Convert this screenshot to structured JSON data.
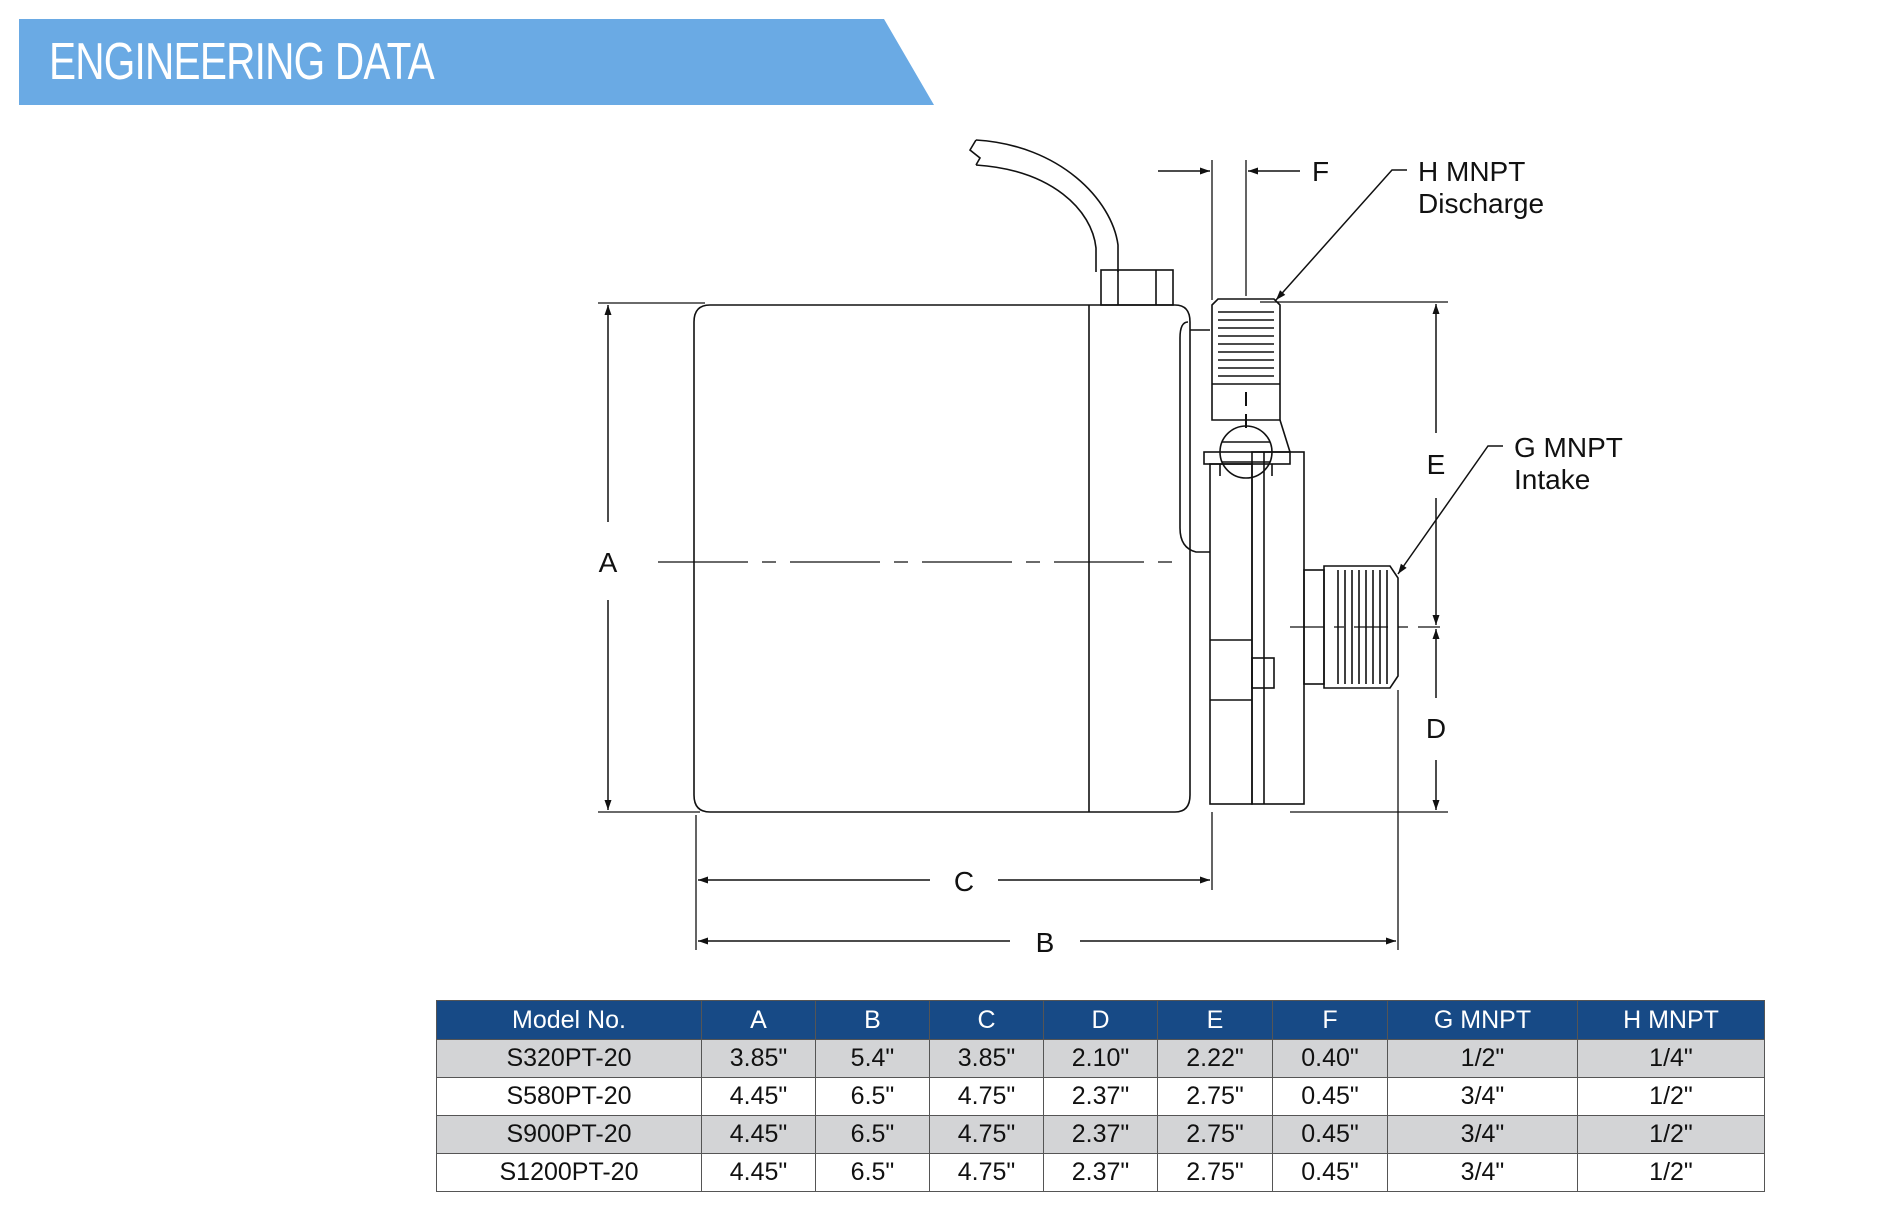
{
  "header": {
    "title": "ENGINEERING DATA",
    "color": "#6aaae4"
  },
  "diagram": {
    "labels": {
      "a": "A",
      "b": "B",
      "c": "C",
      "d": "D",
      "e": "E",
      "f": "F",
      "h_line1": "H  MNPT",
      "h_line2": "Discharge",
      "g_line1": "G  MNPT",
      "g_line2": "Intake"
    }
  },
  "table": {
    "header_color": "#174a86",
    "stripe_color": "#d3d4d6",
    "columns": [
      "Model No.",
      "A",
      "B",
      "C",
      "D",
      "E",
      "F",
      "G MNPT",
      "H MNPT"
    ],
    "rows": [
      [
        "S320PT-20",
        "3.85\"",
        "5.4\"",
        "3.85\"",
        "2.10\"",
        "2.22\"",
        "0.40\"",
        "1/2\"",
        "1/4\""
      ],
      [
        "S580PT-20",
        "4.45\"",
        "6.5\"",
        "4.75\"",
        "2.37\"",
        "2.75\"",
        "0.45\"",
        "3/4\"",
        "1/2\""
      ],
      [
        "S900PT-20",
        "4.45\"",
        "6.5\"",
        "4.75\"",
        "2.37\"",
        "2.75\"",
        "0.45\"",
        "3/4\"",
        "1/2\""
      ],
      [
        "S1200PT-20",
        "4.45\"",
        "6.5\"",
        "4.75\"",
        "2.37\"",
        "2.75\"",
        "0.45\"",
        "3/4\"",
        "1/2\""
      ]
    ]
  }
}
